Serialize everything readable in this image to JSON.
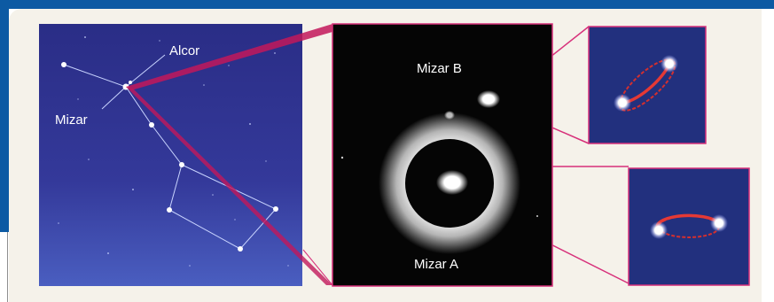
{
  "labels": {
    "alcor": "Alcor",
    "mizar": "Mizar",
    "mizar_b": "Mizar B",
    "mizar_a": "Mizar A"
  },
  "colors": {
    "frame_blue": "#0d5aa3",
    "sky_top": "#2a2d86",
    "sky_bottom": "#3f4fb3",
    "connector_magenta": "#c2185b",
    "orbit_red": "#d32f2f",
    "panel_border": "#d7307a",
    "photo_black": "#050505"
  }
}
